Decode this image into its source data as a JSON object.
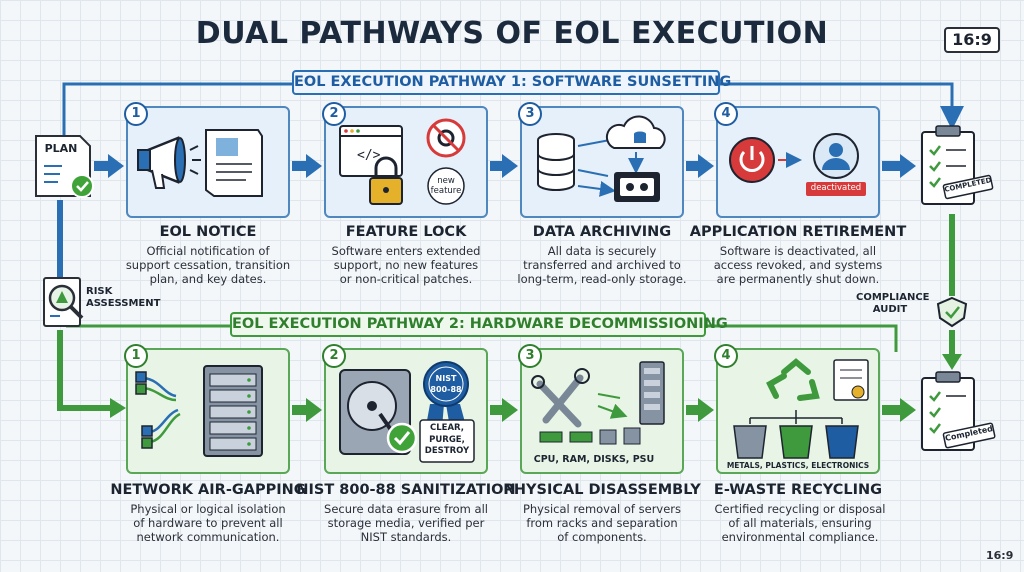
{
  "title": "DUAL PATHWAYS OF EOL EXECUTION",
  "aspect_badge": "16:9",
  "aspect_corner": "16:9",
  "left_labels": {
    "plan": "PLAN",
    "risk_line1": "RISK",
    "risk_line2": "ASSESSMENT"
  },
  "right_labels": {
    "compliance_line1": "COMPLIANCE",
    "compliance_line2": "AUDIT",
    "completed_top": "COMPLETED",
    "completed_bottom": "Completed"
  },
  "pathway1": {
    "banner": "EOL EXECUTION PATHWAY 1: SOFTWARE SUNSETTING",
    "steps": [
      {
        "num": "1",
        "title": "EOL NOTICE",
        "desc": [
          "Official notification of",
          "support cessation, transition",
          "plan, and key dates."
        ]
      },
      {
        "num": "2",
        "title": "FEATURE LOCK",
        "desc": [
          "Software enters extended",
          "support, no new features",
          "or non-critical patches."
        ],
        "icon_line1": "new",
        "icon_line2": "feature"
      },
      {
        "num": "3",
        "title": "DATA ARCHIVING",
        "desc": [
          "All data is securely",
          "transferred and archived to",
          "long-term, read-only storage."
        ]
      },
      {
        "num": "4",
        "title": "APPLICATION RETIREMENT",
        "desc": [
          "Software is deactivated, all",
          "access revoked, and systems",
          "are permanently shut down."
        ],
        "icon_label": "deactivated"
      }
    ]
  },
  "pathway2": {
    "banner": "EOL EXECUTION PATHWAY 2: HARDWARE DECOMMISSIONING",
    "steps": [
      {
        "num": "1",
        "title": "NETWORK AIR-GAPPING",
        "desc": [
          "Physical or logical isolation",
          "of hardware to prevent all",
          "network communication."
        ]
      },
      {
        "num": "2",
        "title": "NIST 800-88 SANITIZATION",
        "desc": [
          "Secure data erasure from all",
          "storage media, verified per",
          "NIST standards."
        ],
        "seal_line1": "NIST",
        "seal_line2": "800-88",
        "methods": [
          "CLEAR,",
          "PURGE,",
          "DESTROY"
        ]
      },
      {
        "num": "3",
        "title": "PHYSICAL DISASSEMBLY",
        "desc": [
          "Physical removal of servers",
          "from racks and separation",
          "of components."
        ],
        "parts_label": "CPU, RAM, DISKS, PSU"
      },
      {
        "num": "4",
        "title": "E-WASTE RECYCLING",
        "desc": [
          "Certified recycling or disposal",
          "of all materials, ensuring",
          "environmental compliance."
        ],
        "materials_label": "METALS, PLASTICS, ELECTRONICS"
      }
    ]
  },
  "colors": {
    "blue": "#2a6fb3",
    "green": "#3f9a3d",
    "red": "#d73a3a"
  }
}
